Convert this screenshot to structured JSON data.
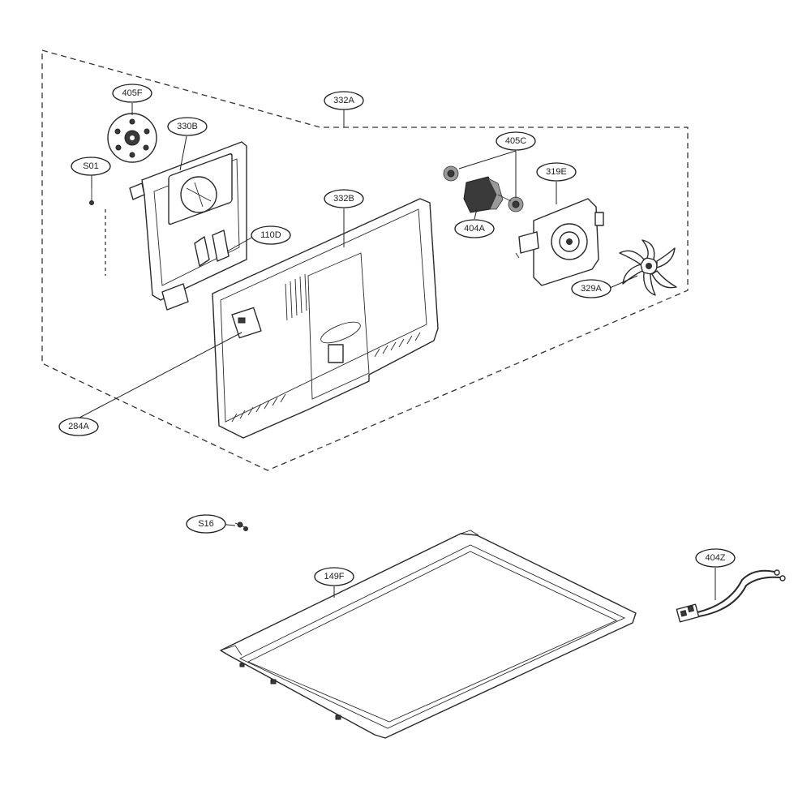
{
  "callouts": [
    {
      "id": "332A",
      "label": "332A"
    },
    {
      "id": "405F",
      "label": "405F"
    },
    {
      "id": "330B",
      "label": "330B"
    },
    {
      "id": "S01",
      "label": "S01"
    },
    {
      "id": "110D",
      "label": "110D"
    },
    {
      "id": "332B",
      "label": "332B"
    },
    {
      "id": "405C",
      "label": "405C"
    },
    {
      "id": "319E",
      "label": "319E"
    },
    {
      "id": "404A",
      "label": "404A"
    },
    {
      "id": "329A",
      "label": "329A"
    },
    {
      "id": "284A",
      "label": "284A"
    },
    {
      "id": "S16",
      "label": "S16"
    },
    {
      "id": "149F",
      "label": "149F"
    },
    {
      "id": "404Z",
      "label": "404Z"
    }
  ],
  "colors": {
    "line": "#222222",
    "background": "#ffffff"
  }
}
